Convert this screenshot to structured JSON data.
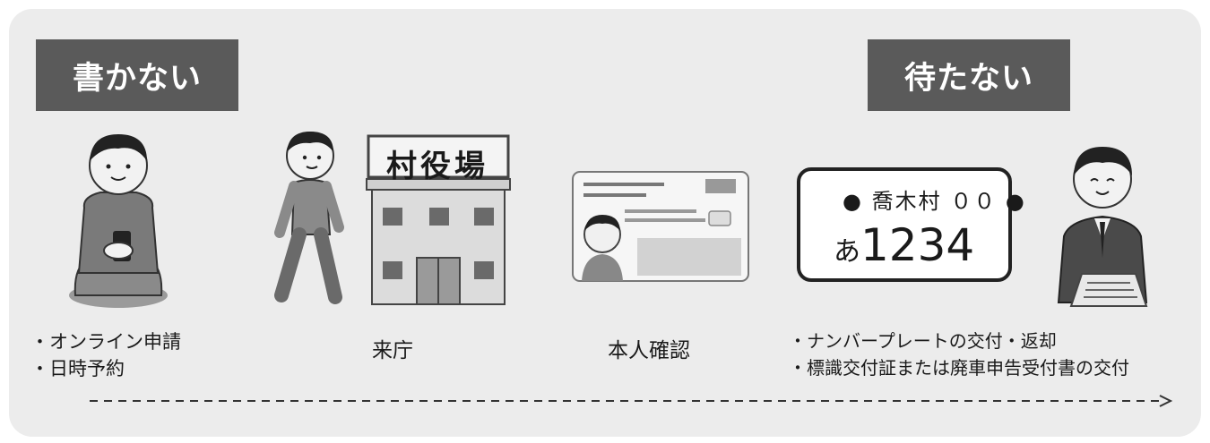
{
  "tags": {
    "left": "書かない",
    "right": "待たない"
  },
  "building_sign": "村役場",
  "plate": {
    "line1": "● 喬木村 ００ ●",
    "hiragana": "あ",
    "number": "1234"
  },
  "steps": {
    "online_items": [
      "・オンライン申請",
      "・日時予約"
    ],
    "visit": "来庁",
    "identity": "本人確認",
    "delivery_items": [
      "・ナンバープレートの交付・返却",
      "・標識交付証または廃車申告受付書の交付"
    ]
  },
  "icons": [
    "person-with-smartphone-icon",
    "walking-person-icon",
    "village-office-building-icon",
    "id-card-icon",
    "license-plate-icon",
    "clerk-icon",
    "arrow-right-icon"
  ],
  "colors": {
    "panel": "#ececec",
    "tag": "#5a5a5a",
    "text": "#1a1a1a"
  }
}
